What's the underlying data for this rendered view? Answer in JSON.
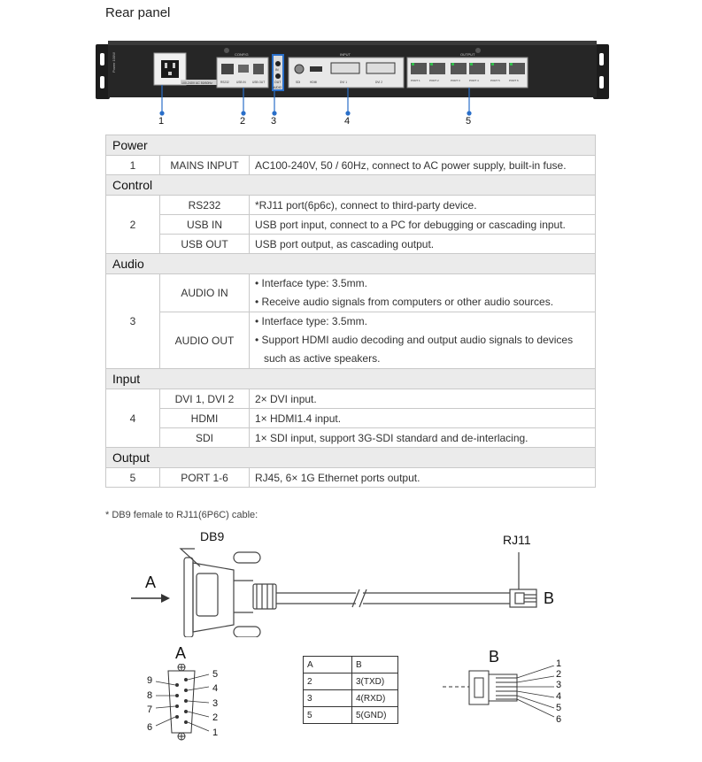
{
  "title": "Rear panel",
  "device": {
    "side_label": "Power 100W",
    "power_label": "100-240V AC 50/60Hz",
    "config_label": "CONFIG",
    "config_ports": [
      "RS232",
      "USB IN",
      "USB OUT"
    ],
    "audio_labels": [
      "IN",
      "OUT",
      "AUDIO"
    ],
    "input_label": "INPUT",
    "input_ports": [
      "SDI",
      "HDMI",
      "DVI 1",
      "DVI 2"
    ],
    "output_label": "OUTPUT",
    "output_ports": [
      "PORT 1",
      "PORT 2",
      "PORT 3",
      "PORT 4",
      "PORT 5",
      "PORT 6"
    ]
  },
  "callouts": [
    "1",
    "2",
    "3",
    "4",
    "5"
  ],
  "spec": {
    "power": {
      "header": "Power",
      "num": "1",
      "name": "MAINS INPUT",
      "desc": "AC100-240V, 50 / 60Hz, connect to AC power supply, built-in fuse."
    },
    "control": {
      "header": "Control",
      "num": "2",
      "rows": [
        {
          "name": "RS232",
          "desc": "*RJ11 port(6p6c), connect to third-party device."
        },
        {
          "name": "USB IN",
          "desc": "USB port input, connect to a PC for debugging or cascading input."
        },
        {
          "name": "USB OUT",
          "desc": "USB port output, as cascading output."
        }
      ]
    },
    "audio": {
      "header": "Audio",
      "num": "3",
      "in_name": "AUDIO IN",
      "in_b1": "Interface type: 3.5mm.",
      "in_b2": "Receive audio signals from computers or other audio sources.",
      "out_name": "AUDIO OUT",
      "out_b1": "Interface type: 3.5mm.",
      "out_b2a": "Support HDMI audio decoding and output audio signals to devices",
      "out_b2b": "such as active speakers."
    },
    "input": {
      "header": "Input",
      "num": "4",
      "rows": [
        {
          "name": "DVI 1, DVI 2",
          "desc": "2× DVI input."
        },
        {
          "name": "HDMI",
          "desc": "1× HDMI1.4 input."
        },
        {
          "name": "SDI",
          "desc": "1× SDI input, support 3G-SDI standard and de-interlacing."
        }
      ]
    },
    "output": {
      "header": "Output",
      "num": "5",
      "name": "PORT 1-6",
      "desc": "RJ45, 6× 1G Ethernet ports output."
    }
  },
  "note": "* DB9 female to RJ11(6P6C) cable:",
  "cable": {
    "db9_label": "DB9",
    "rj11_label": "RJ11",
    "end_a": "A",
    "end_b": "B",
    "db9_pins_left": [
      "9",
      "8",
      "7",
      "6"
    ],
    "db9_pins_right": [
      "5",
      "4",
      "3",
      "2",
      "1"
    ],
    "rj11_pins": [
      "1",
      "2",
      "3",
      "4",
      "5",
      "6"
    ]
  },
  "pin_map": {
    "header": [
      "A",
      "B"
    ],
    "rows": [
      [
        "2",
        "3(TXD)"
      ],
      [
        "3",
        "4(RXD)"
      ],
      [
        "5",
        "5(GND)"
      ]
    ]
  }
}
